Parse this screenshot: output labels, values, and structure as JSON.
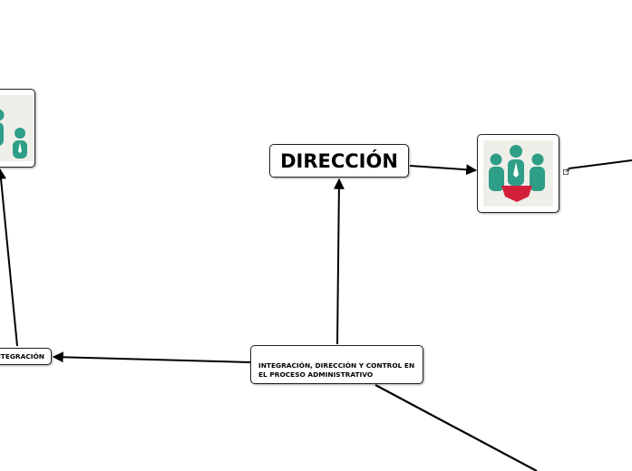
{
  "diagram": {
    "nodes": {
      "direccion": {
        "label": "DIRECCIÓN"
      },
      "central": {
        "label": "INTEGRACIÓN, DIRECCIÓN Y CONTROL EN EL PROCESO ADMINISTRATIVO"
      },
      "integracion": {
        "label": "INTEGRACIÓN"
      },
      "team_image_right": {
        "icon": "team-meeting-icon"
      },
      "team_image_left": {
        "icon": "team-meeting-icon"
      }
    },
    "edges": [
      {
        "from": "central",
        "to": "direccion"
      },
      {
        "from": "central",
        "to": "integracion"
      },
      {
        "from": "direccion",
        "to": "team_image_right"
      },
      {
        "from": "integracion",
        "to": "team_image_left"
      },
      {
        "from": "team_image_right",
        "to": "offscreen-right"
      },
      {
        "from": "central",
        "to": "offscreen-bottom"
      }
    ],
    "colors": {
      "person": "#2e9e86",
      "arrow": "#d3203a",
      "tile": "#efefea",
      "line": "#000000"
    }
  }
}
